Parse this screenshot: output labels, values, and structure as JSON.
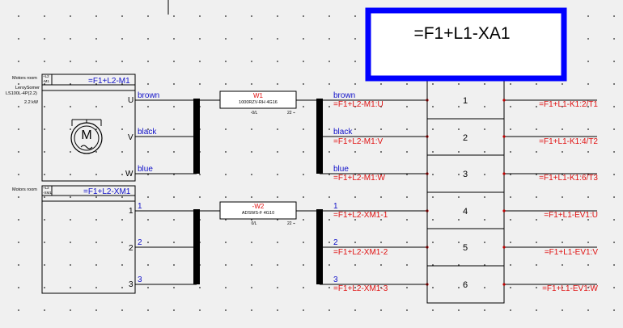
{
  "terminal_strip": {
    "label": "=F1+L1-XA1",
    "terminals": [
      "1",
      "2",
      "3",
      "4",
      "5",
      "6"
    ]
  },
  "devices": [
    {
      "location": "Motors room",
      "codes": [
        "+L2",
        "-M1"
      ],
      "id": "=F1+L2-M1",
      "manufacturer": "LeroySomer",
      "model": "LS100L-4P(2.2)",
      "power": "2.2 kW",
      "symbol": "M",
      "pins": [
        "U",
        "V",
        "W"
      ]
    },
    {
      "location": "Motors room",
      "codes": [
        "+L2",
        "-XM1"
      ],
      "id": "=F1+L2-XM1",
      "pins": [
        "1",
        "2",
        "3"
      ]
    }
  ],
  "cables": [
    {
      "id": "W1",
      "type": "1000RZV-RH 4G16",
      "left": "-0/L",
      "right": "22"
    },
    {
      "id": "-W2",
      "type": "ADSWS-F 4G10",
      "left": "0/L",
      "right": "22"
    }
  ],
  "cable_left_cores": [
    "brown",
    "black",
    "blue",
    "1",
    "2",
    "3"
  ],
  "cable_right_cores": [
    "brown",
    "black",
    "blue",
    "1",
    "2",
    "3"
  ],
  "source_targets": [
    "=F1+L2-M1:U",
    "=F1+L2-M1:V",
    "=F1+L2-M1:W",
    "=F1+L2-XM1-1",
    "=F1+L2-XM1-2",
    "=F1+L2-XM1-3"
  ],
  "destinations": [
    "=F1+L1-K1:2/T1",
    "=F1+L1-K1:4/T2",
    "=F1+L1-K1:6/T3",
    "=F1+L1-EV1:U",
    "=F1+L1-EV1:V",
    "=F1+L1-EV1:W"
  ],
  "colors": {
    "canvas": "#f0f0f0",
    "wire": "#000000",
    "label_blue": "#1010c8",
    "label_red": "#e01010",
    "highlight": "#0000ff"
  }
}
